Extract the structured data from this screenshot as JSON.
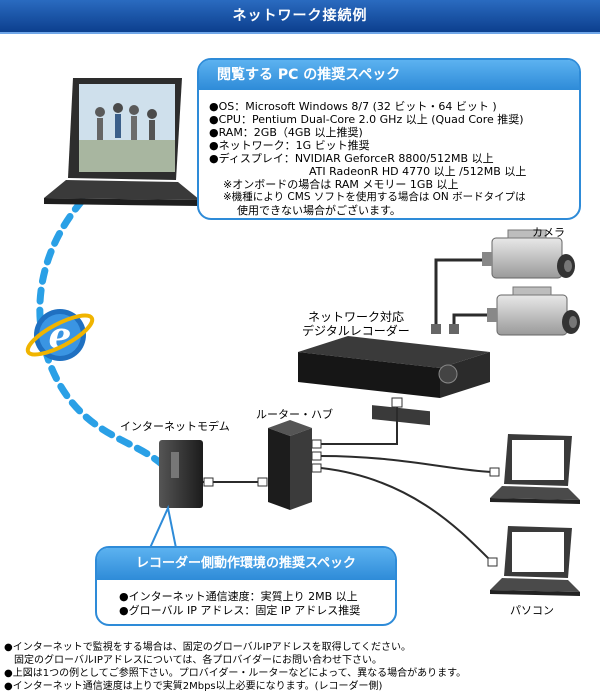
{
  "header": {
    "title": "ネットワーク接続例"
  },
  "pc_spec": {
    "title": "閲覧する PC の推奨スペック",
    "lines": [
      "●OS：Microsoft Windows 8/7 (32 ビット・64 ビット )",
      "●CPU：Pentium Dual-Core 2.0 GHz 以上 (Quad Core 推奨)",
      "●RAM：2GB（4GB 以上推奨)",
      "●ネットワーク：1G ビット推奨",
      "●ディスプレイ：NVIDIAR GeforceR 8800/512MB 以上",
      "ATI RadeonR HD 4770 以上 /512MB 以上",
      "※オンボードの場合は RAM メモリー 1GB 以上",
      "※機種により CMS ソフトを使用する場合は ON ボードタイプは",
      "使用できない場合がございます。"
    ]
  },
  "labels": {
    "camera": "カメラ",
    "recorder_line1": "ネットワーク対応",
    "recorder_line2": "デジタルレコーダー",
    "modem": "インターネットモデム",
    "router": "ルーター・ハブ",
    "pc": "パソコン"
  },
  "recorder_spec": {
    "title": "レコーダー側動作環境の推奨スペック",
    "lines": [
      "●インターネット通信速度：実質上り 2MB 以上",
      "●グローバル IP アドレス：固定 IP アドレス推奨"
    ]
  },
  "notes": [
    "●インターネットで監視をする場合は、固定のグローバルIPアドレスを取得してください。",
    "固定のグローバルIPアドレスについては、各プロバイダーにお問い合わせ下さい。",
    "●上図は1つの例としてご参照下さい。プロバイダー・ルーターなどによって、異なる場合があります。",
    "●インターネット通信速度は上りで実質2Mbps以上必要になります。(レコーダー側)"
  ],
  "colors": {
    "accent": "#2e8bd8",
    "header": "#0c3f8e",
    "dots": "#2aa0e6"
  }
}
